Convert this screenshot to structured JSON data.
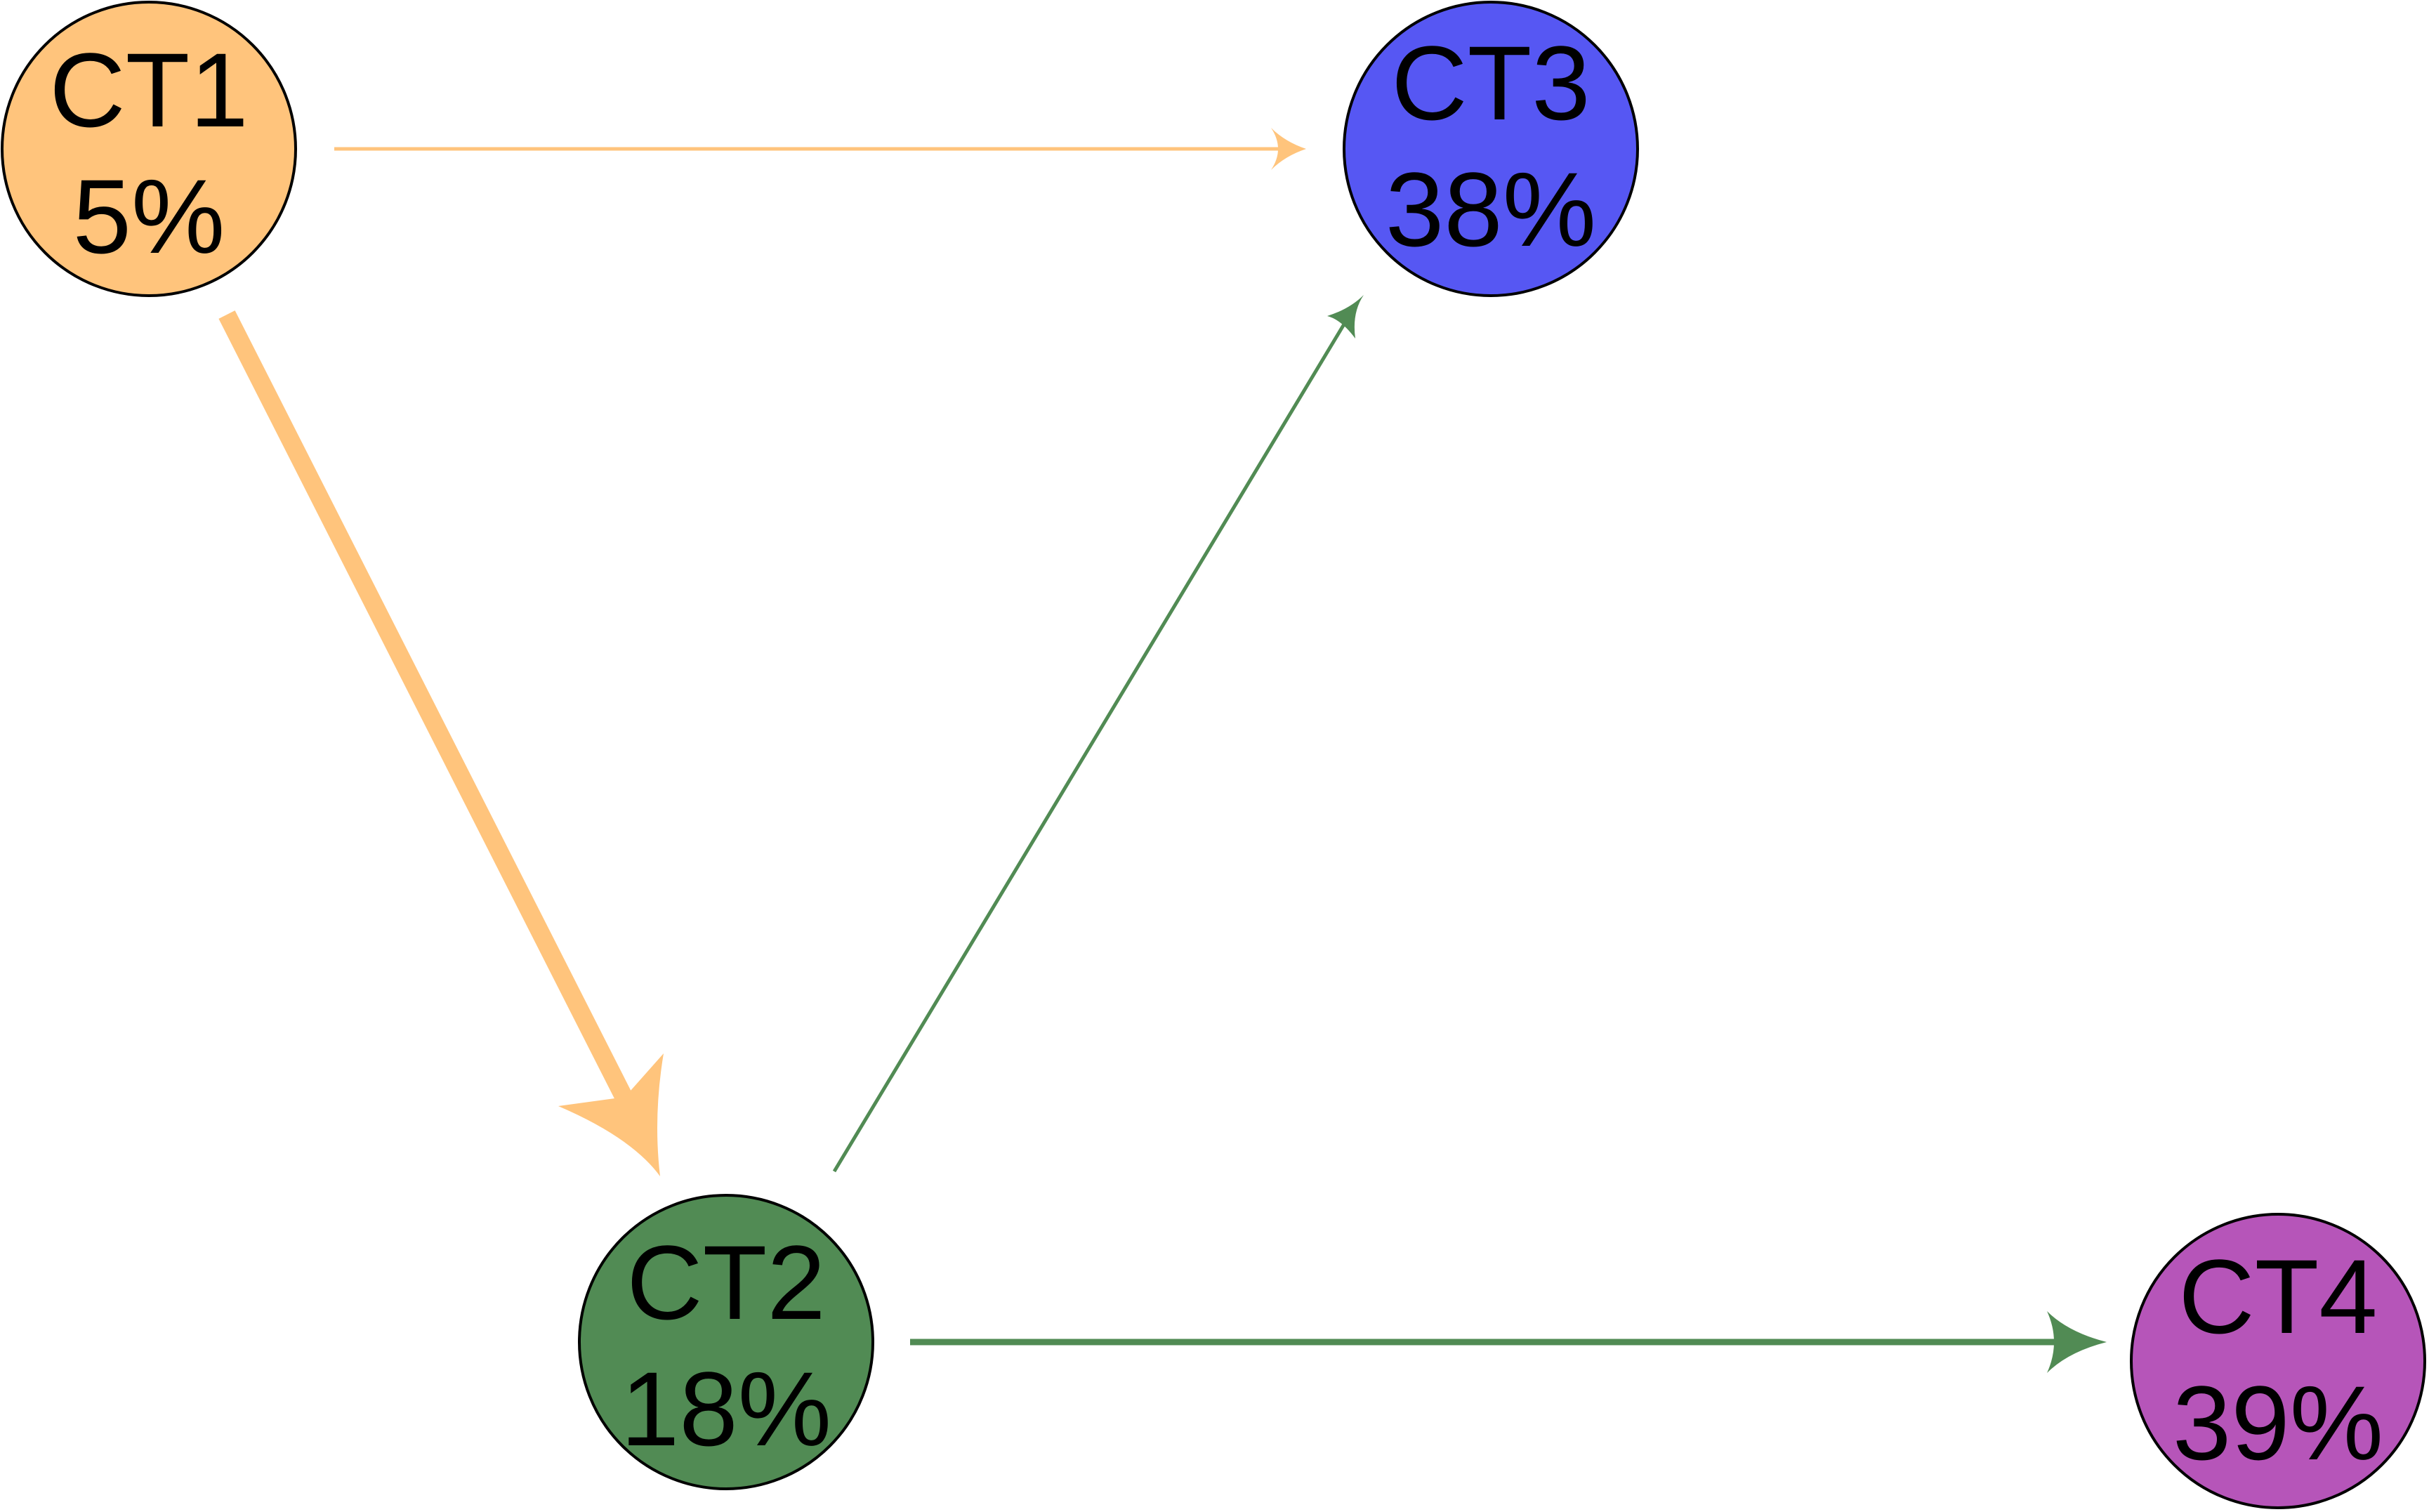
{
  "nodes": [
    {
      "id": "ct1",
      "label": "CT1",
      "value": "5%",
      "color": "#FFC47C"
    },
    {
      "id": "ct2",
      "label": "CT2",
      "value": "18%",
      "color": "#518B54"
    },
    {
      "id": "ct3",
      "label": "CT3",
      "value": "38%",
      "color": "#5657F3"
    },
    {
      "id": "ct4",
      "label": "CT4",
      "value": "39%",
      "color": "#B655B9"
    }
  ],
  "edges": [
    {
      "from": "ct1",
      "to": "ct3",
      "color": "#FFC47C",
      "weight": "thin"
    },
    {
      "from": "ct1",
      "to": "ct2",
      "color": "#FFC47C",
      "weight": "thick"
    },
    {
      "from": "ct2",
      "to": "ct3",
      "color": "#518B54",
      "weight": "thin"
    },
    {
      "from": "ct2",
      "to": "ct4",
      "color": "#518B54",
      "weight": "medium"
    }
  ]
}
